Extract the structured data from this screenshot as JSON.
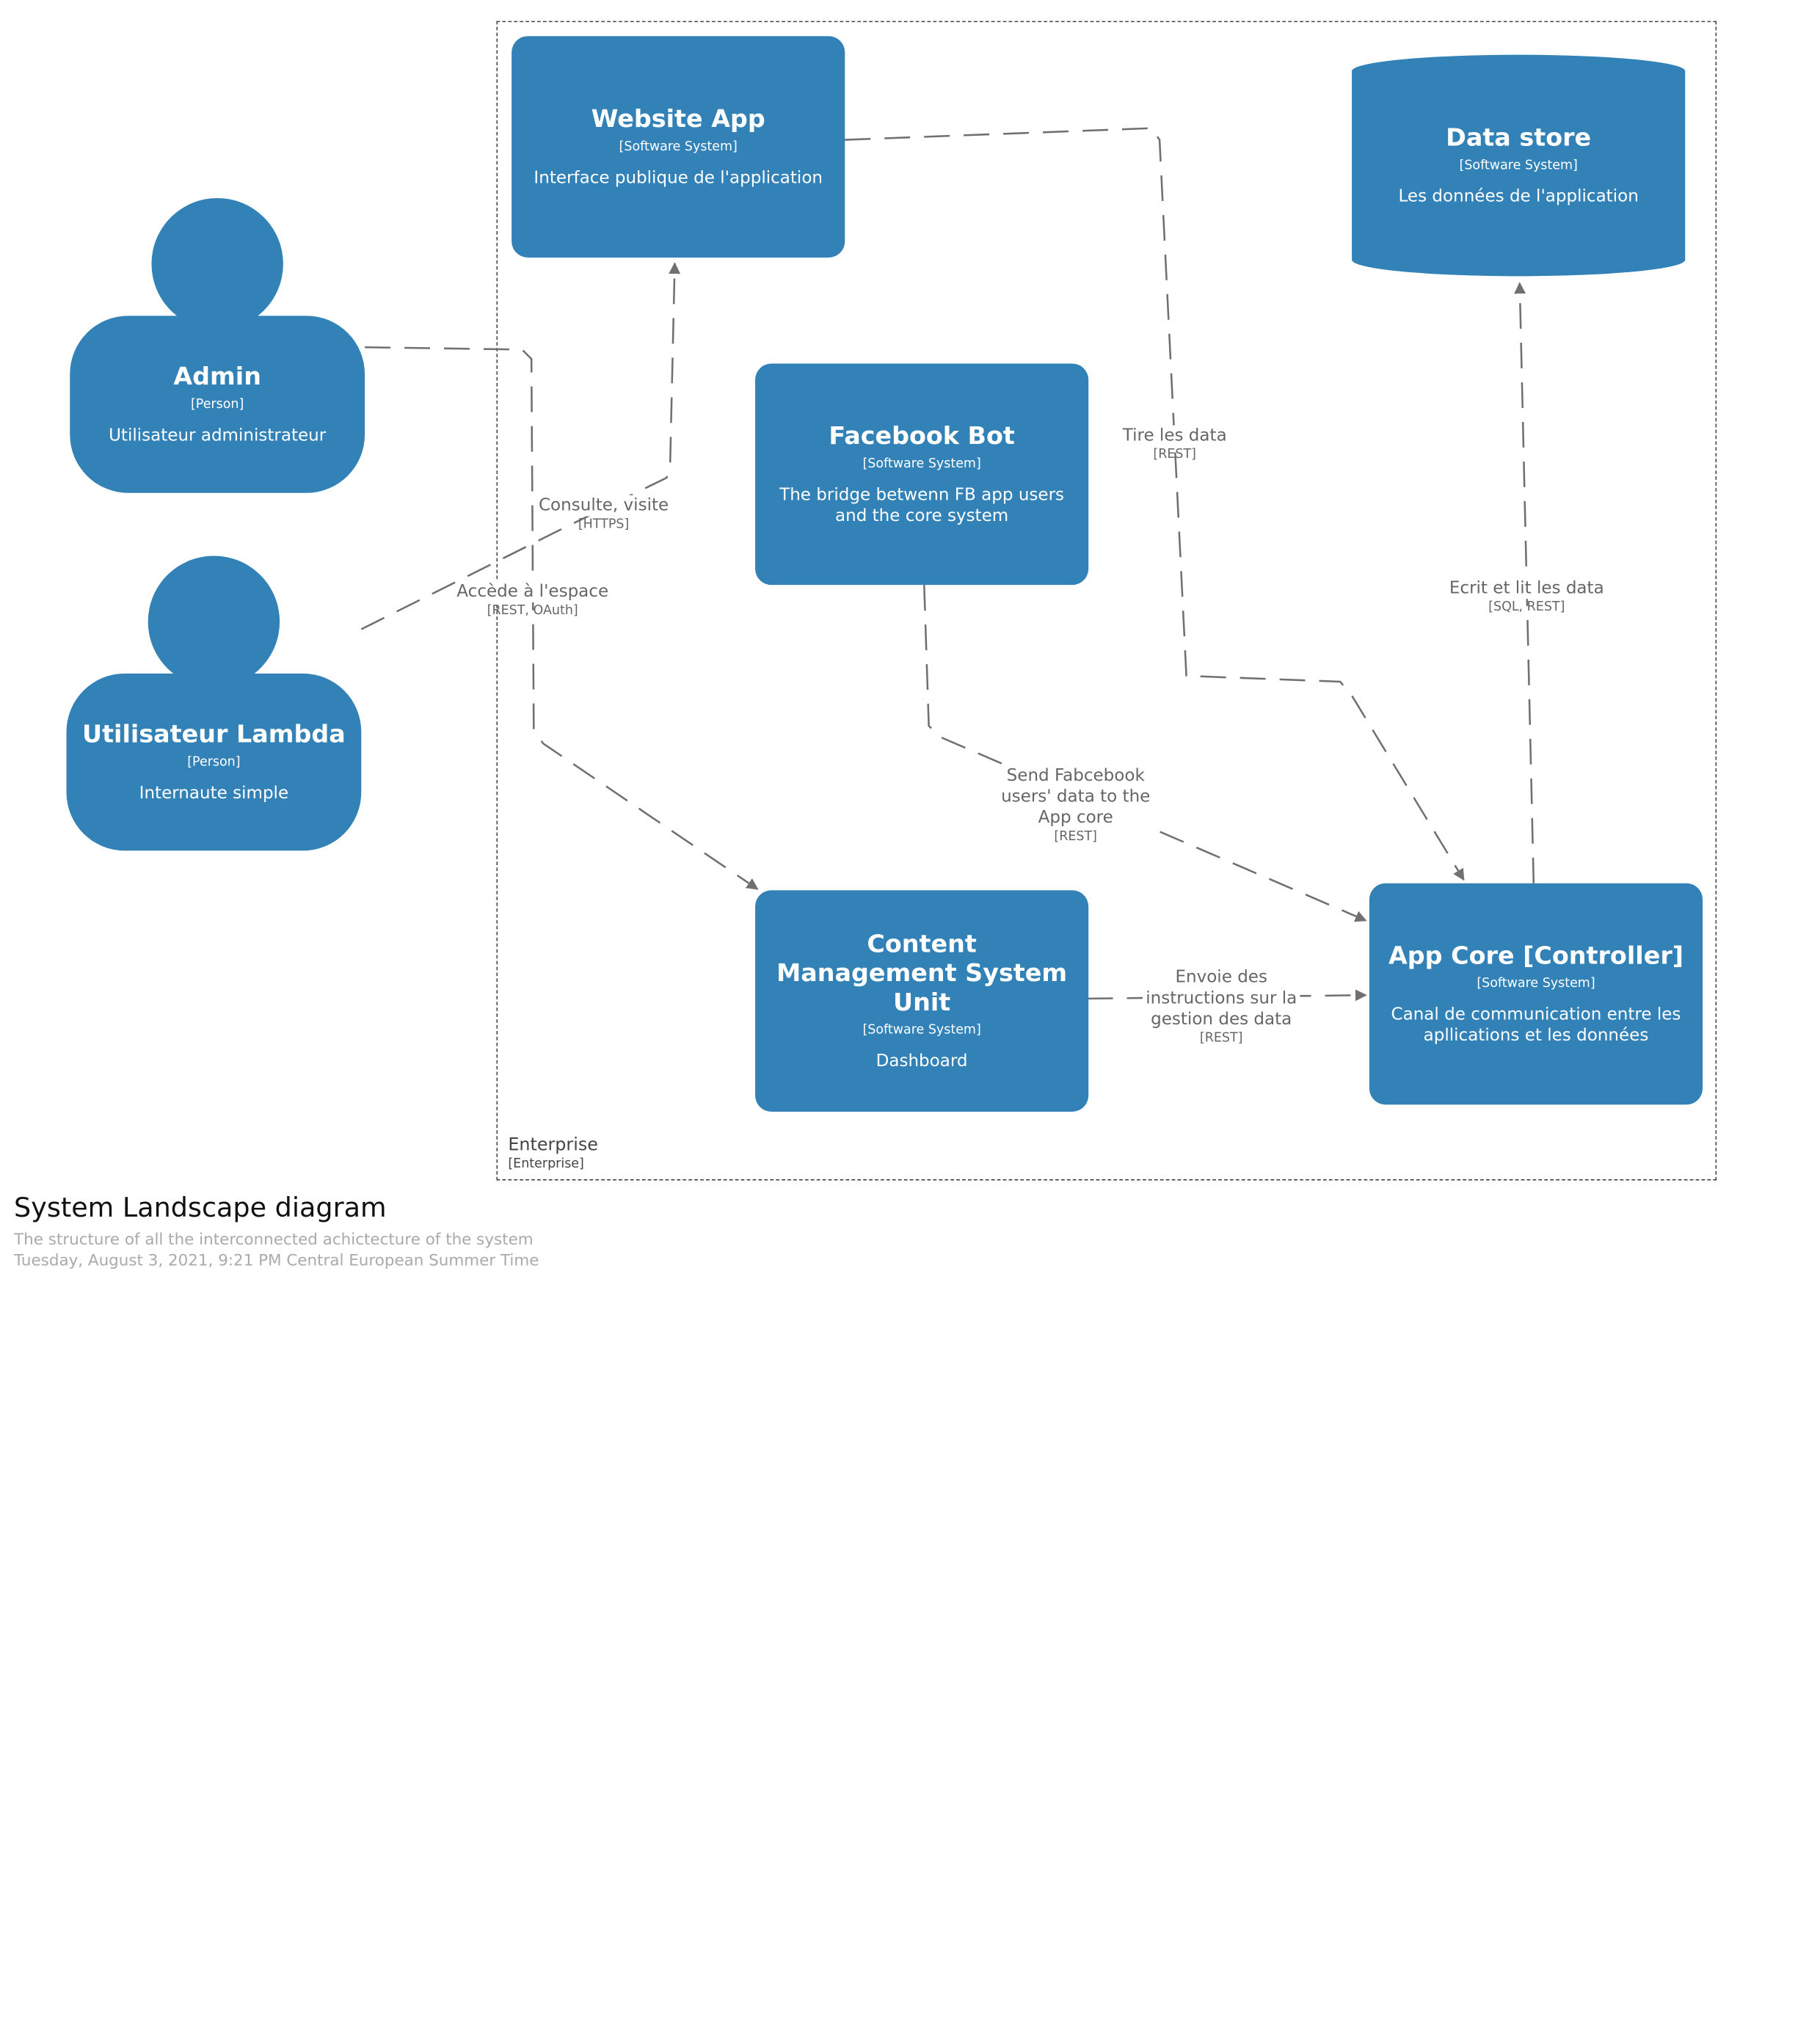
{
  "diagram": {
    "title": "System Landscape diagram",
    "description": "The structure of all the interconnected achictecture of the system",
    "date": "Tuesday, August 3, 2021, 9:21 PM Central European Summer Time",
    "boundary": {
      "name": "Enterprise",
      "type": "[Enterprise]"
    },
    "people": {
      "admin": {
        "name": "Admin",
        "type": "[Person]",
        "description": "Utilisateur administrateur"
      },
      "lambda": {
        "name": "Utilisateur Lambda",
        "type": "[Person]",
        "description": "Internaute simple"
      }
    },
    "systems": {
      "website": {
        "name": "Website App",
        "type": "[Software System]",
        "description": "Interface publique de l'application"
      },
      "datastore": {
        "name": "Data store",
        "type": "[Software System]",
        "description": "Les données de l'application"
      },
      "fbbot": {
        "name": "Facebook Bot",
        "type": "[Software System]",
        "description": "The bridge betwenn FB app users and the core system"
      },
      "cms": {
        "name": "Content Management System Unit",
        "type": "[Software System]",
        "description": "Dashboard"
      },
      "appcore": {
        "name": "App Core [Controller]",
        "type": "[Software System]",
        "description": "Canal de communication entre les apllications et les données"
      }
    },
    "relationships": {
      "lambda_website": {
        "description": "Consulte, visite",
        "technology": "[HTTPS]"
      },
      "admin_cms": {
        "description": "Accède à l'espace",
        "technology": "[REST, OAuth]"
      },
      "website_appcore": {
        "description": "Tire les data",
        "technology": "[REST]"
      },
      "appcore_datastore": {
        "description": "Ecrit et lit les data",
        "technology": "[SQL, REST]"
      },
      "fbbot_appcore": {
        "description": "Send Fabcebook users' data to the App core",
        "technology": "[REST]"
      },
      "cms_appcore": {
        "description": "Envoie des instructions sur la gestion des data",
        "technology": "[REST]"
      }
    },
    "colors": {
      "element": "#3282b8",
      "line": "#707070",
      "label": "#666666"
    }
  }
}
